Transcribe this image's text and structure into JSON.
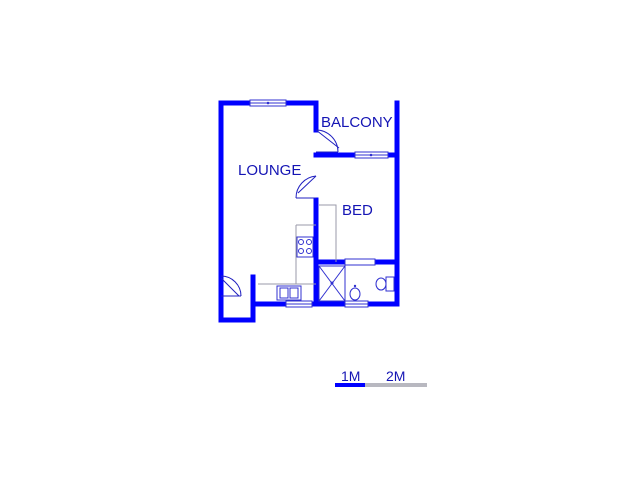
{
  "rooms": {
    "balcony": "BALCONY",
    "lounge": "LOUNGE",
    "bed": "BED"
  },
  "scale": {
    "label_1": "1M",
    "label_2": "2M"
  },
  "colors": {
    "wall": "#0000ff",
    "label": "#1414b4",
    "scale_active": "#0000ff",
    "scale_inactive": "#b8b8c0"
  }
}
